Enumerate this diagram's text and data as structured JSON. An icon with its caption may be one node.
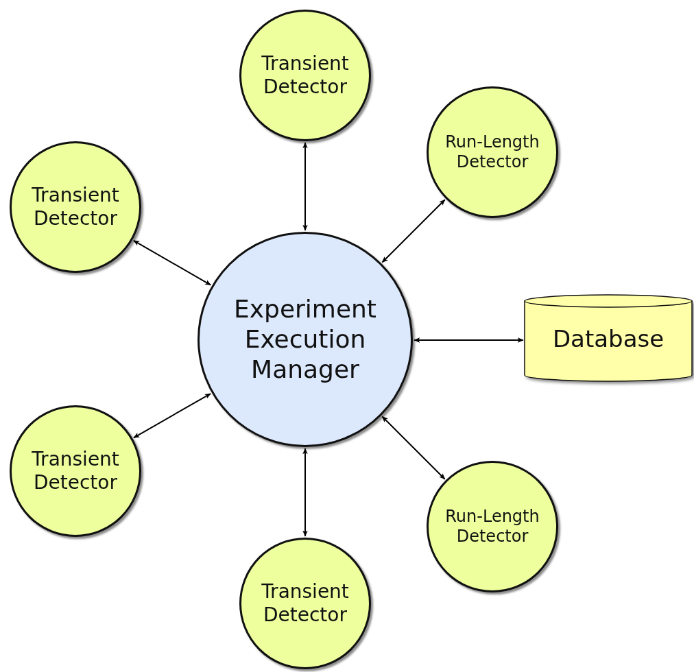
{
  "diagram": {
    "nodes": [
      {
        "text": [
          "Transient Detector"
        ]
      },
      {
        "text": [
          "Run-Length Detector"
        ]
      },
      {
        "text": [
          "Transient Detector"
        ]
      },
      {
        "text": [
          "Experiment Execution Manager"
        ]
      },
      {
        "text": [
          "Database"
        ]
      },
      {
        "text": [
          "Transient Detector"
        ]
      },
      {
        "text": [
          "Run-Length Detector"
        ]
      },
      {
        "text": [
          "Transient Detector"
        ]
      }
    ],
    "edges": [
      {
        "from": 3,
        "to": 0,
        "arrow": "both"
      },
      {
        "from": 3,
        "to": 1,
        "arrow": "both"
      },
      {
        "from": 3,
        "to": 2,
        "arrow": "both"
      },
      {
        "from": 3,
        "to": 4,
        "arrow": "both"
      },
      {
        "from": 3,
        "to": 5,
        "arrow": "both"
      },
      {
        "from": 3,
        "to": 6,
        "arrow": "both"
      },
      {
        "from": 3,
        "to": 7,
        "arrow": "both"
      }
    ]
  }
}
